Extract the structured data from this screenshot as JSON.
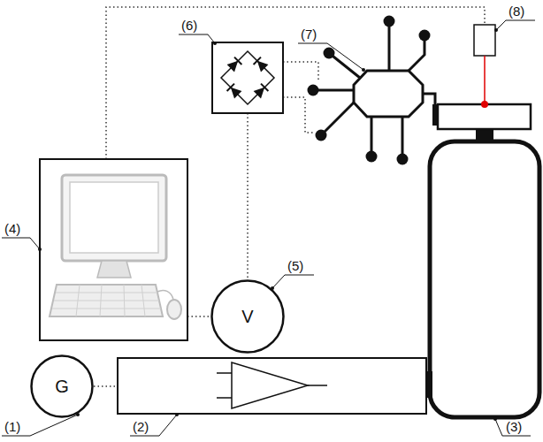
{
  "diagram": {
    "nodes": [
      {
        "text": [
          "V"
        ]
      },
      {
        "text": [
          "G"
        ]
      }
    ],
    "labels": [
      "(1)",
      "(2)",
      "(3)",
      "(4)",
      "(5)",
      "(6)",
      "(7)",
      "(8)"
    ]
  }
}
